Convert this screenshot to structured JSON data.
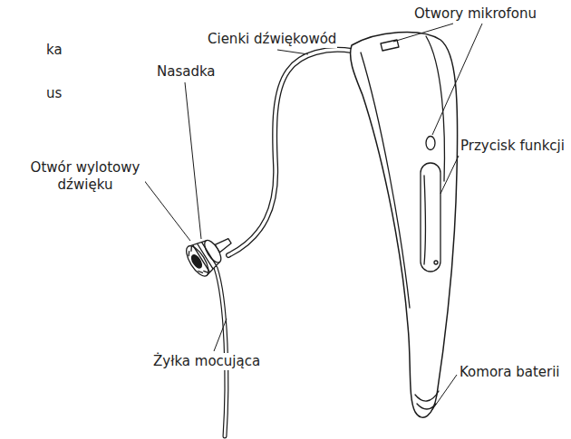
{
  "diagram": {
    "labels": [
      "ka",
      "us",
      "Otwory mikrofonu",
      "Cienki dźwiękowód",
      "Nasadka",
      "Przycisk funkcji",
      "Otwór wylotowy dźwięku",
      "Żyłka mocująca",
      "Komora baterii"
    ]
  }
}
